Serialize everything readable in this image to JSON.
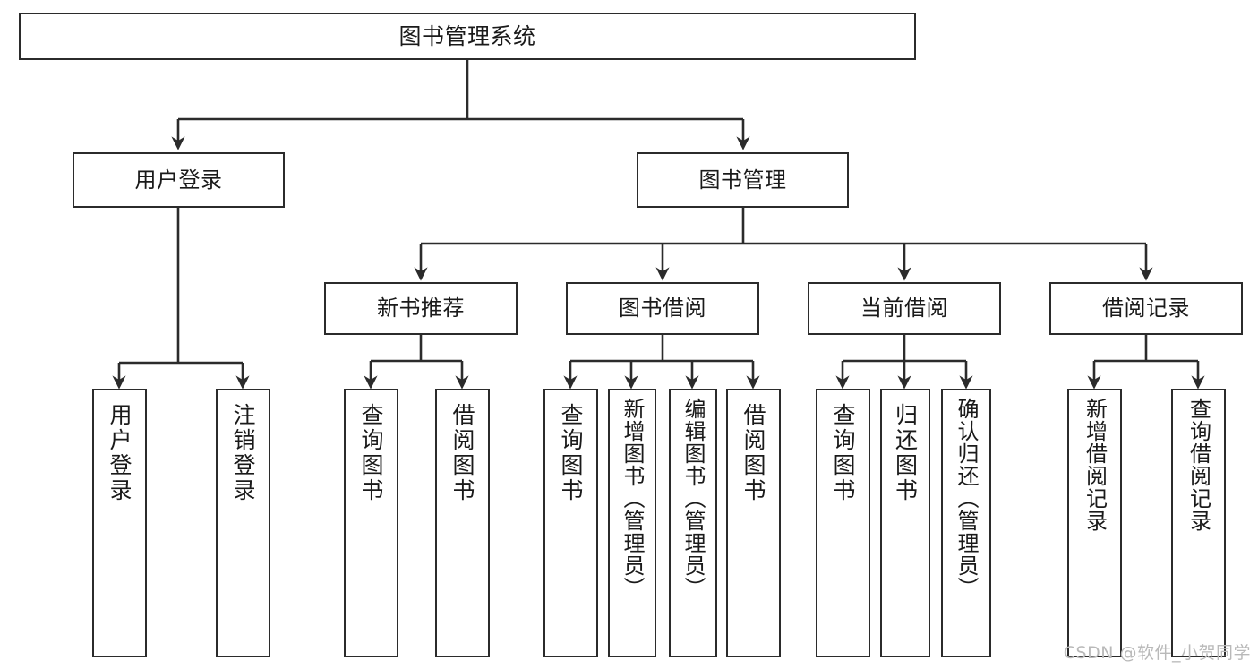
{
  "diagram": {
    "title": "图书管理系统",
    "type": "tree-hierarchy-chart",
    "watermark": "CSDN @软件_小贺同学",
    "style": {
      "border_color": "#2b2b2b",
      "fill_color": "#ffffff",
      "text_color": "#1a1a1a",
      "line_color": "#2b2b2b",
      "watermark_color": "#b9b9b9"
    },
    "nodes": {
      "root": {
        "label": "图书管理系统"
      },
      "level2": [
        {
          "label": "用户登录"
        },
        {
          "label": "图书管理"
        }
      ],
      "level3": [
        {
          "label": "新书推荐"
        },
        {
          "label": "图书借阅"
        },
        {
          "label": "当前借阅"
        },
        {
          "label": "借阅记录"
        }
      ],
      "leaves": {
        "user_login": [
          {
            "label": "用户登录"
          },
          {
            "label": "注销登录"
          }
        ],
        "new_book": [
          {
            "label": "查询图书"
          },
          {
            "label": "借阅图书"
          }
        ],
        "book_borrow": [
          {
            "label": "查询图书"
          },
          {
            "label": "新增图书（管理员）"
          },
          {
            "label": "编辑图书（管理员）"
          },
          {
            "label": "借阅图书"
          }
        ],
        "current_borrow": [
          {
            "label": "查询图书"
          },
          {
            "label": "归还图书"
          },
          {
            "label": "确认归还（管理员）"
          }
        ],
        "borrow_record": [
          {
            "label": "新增借阅记录"
          },
          {
            "label": "查询借阅记录"
          }
        ]
      }
    }
  }
}
